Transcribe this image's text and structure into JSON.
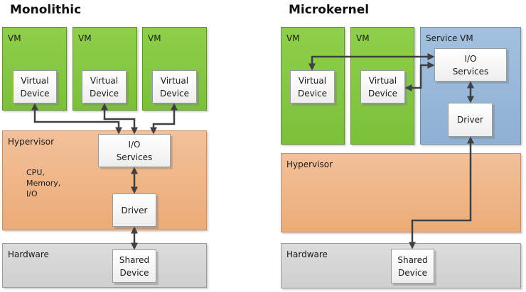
{
  "monolithic": {
    "title": "Monolithic",
    "vms": [
      {
        "label": "VM",
        "device": "Virtual\nDevice"
      },
      {
        "label": "VM",
        "device": "Virtual\nDevice"
      },
      {
        "label": "VM",
        "device": "Virtual\nDevice"
      }
    ],
    "hypervisor": {
      "label": "Hypervisor",
      "note": "CPU,\nMemory,\nI/O",
      "io_services": "I/O\nServices",
      "driver": "Driver"
    },
    "hardware": {
      "label": "Hardware",
      "shared_device": "Shared\nDevice"
    }
  },
  "microkernel": {
    "title": "Microkernel",
    "vms": [
      {
        "label": "VM",
        "device": "Virtual\nDevice"
      },
      {
        "label": "VM",
        "device": "Virtual\nDevice"
      }
    ],
    "service_vm": {
      "label": "Service VM",
      "io_services": "I/O\nServices",
      "driver": "Driver"
    },
    "hypervisor": {
      "label": "Hypervisor"
    },
    "hardware": {
      "label": "Hardware",
      "shared_device": "Shared\nDevice"
    }
  },
  "colors": {
    "vm": "#86c742",
    "service_vm": "#99b8d9",
    "hypervisor": "#efb687",
    "hardware": "#d5d5d5",
    "arrow": "#404040"
  }
}
